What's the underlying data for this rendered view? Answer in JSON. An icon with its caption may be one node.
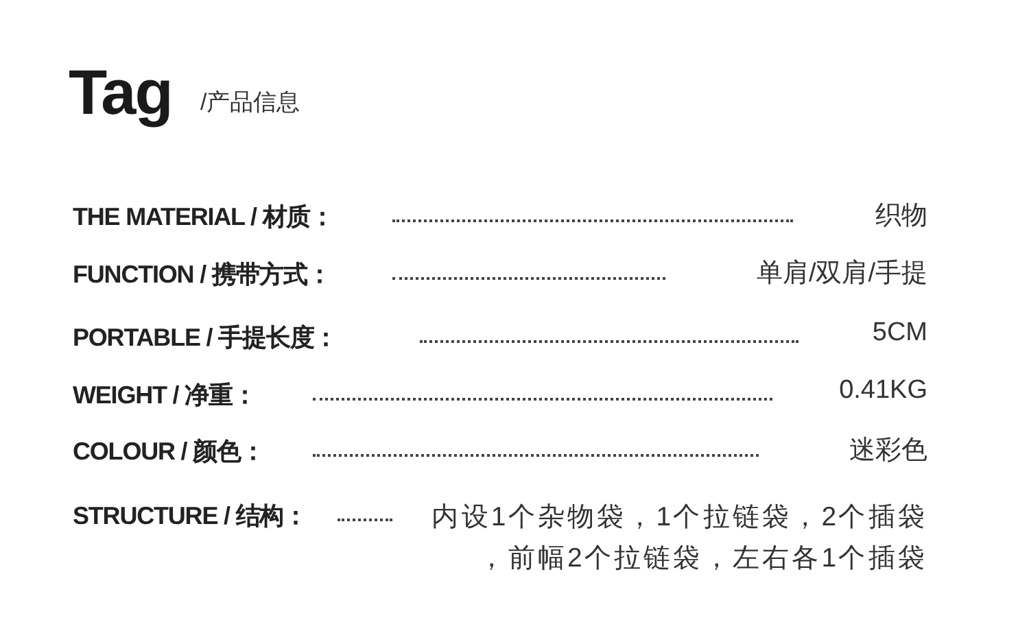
{
  "diagram": {
    "title": "Tag",
    "labels": [
      "/产品信息",
      "THE MATERIAL / 材质：",
      "织物",
      "FUNCTION / 携带方式：",
      "单肩/双肩/手提",
      "PORTABLE / 手提长度：",
      "5CM",
      "WEIGHT / 净重：",
      "0.41KG",
      "COLOUR / 颜色：",
      "迷彩色",
      "STRUCTURE / 结构：",
      "内设1个杂物袋，1个拉链袋，2个插袋，前幅2个拉链袋，左右各1个插袋"
    ]
  }
}
